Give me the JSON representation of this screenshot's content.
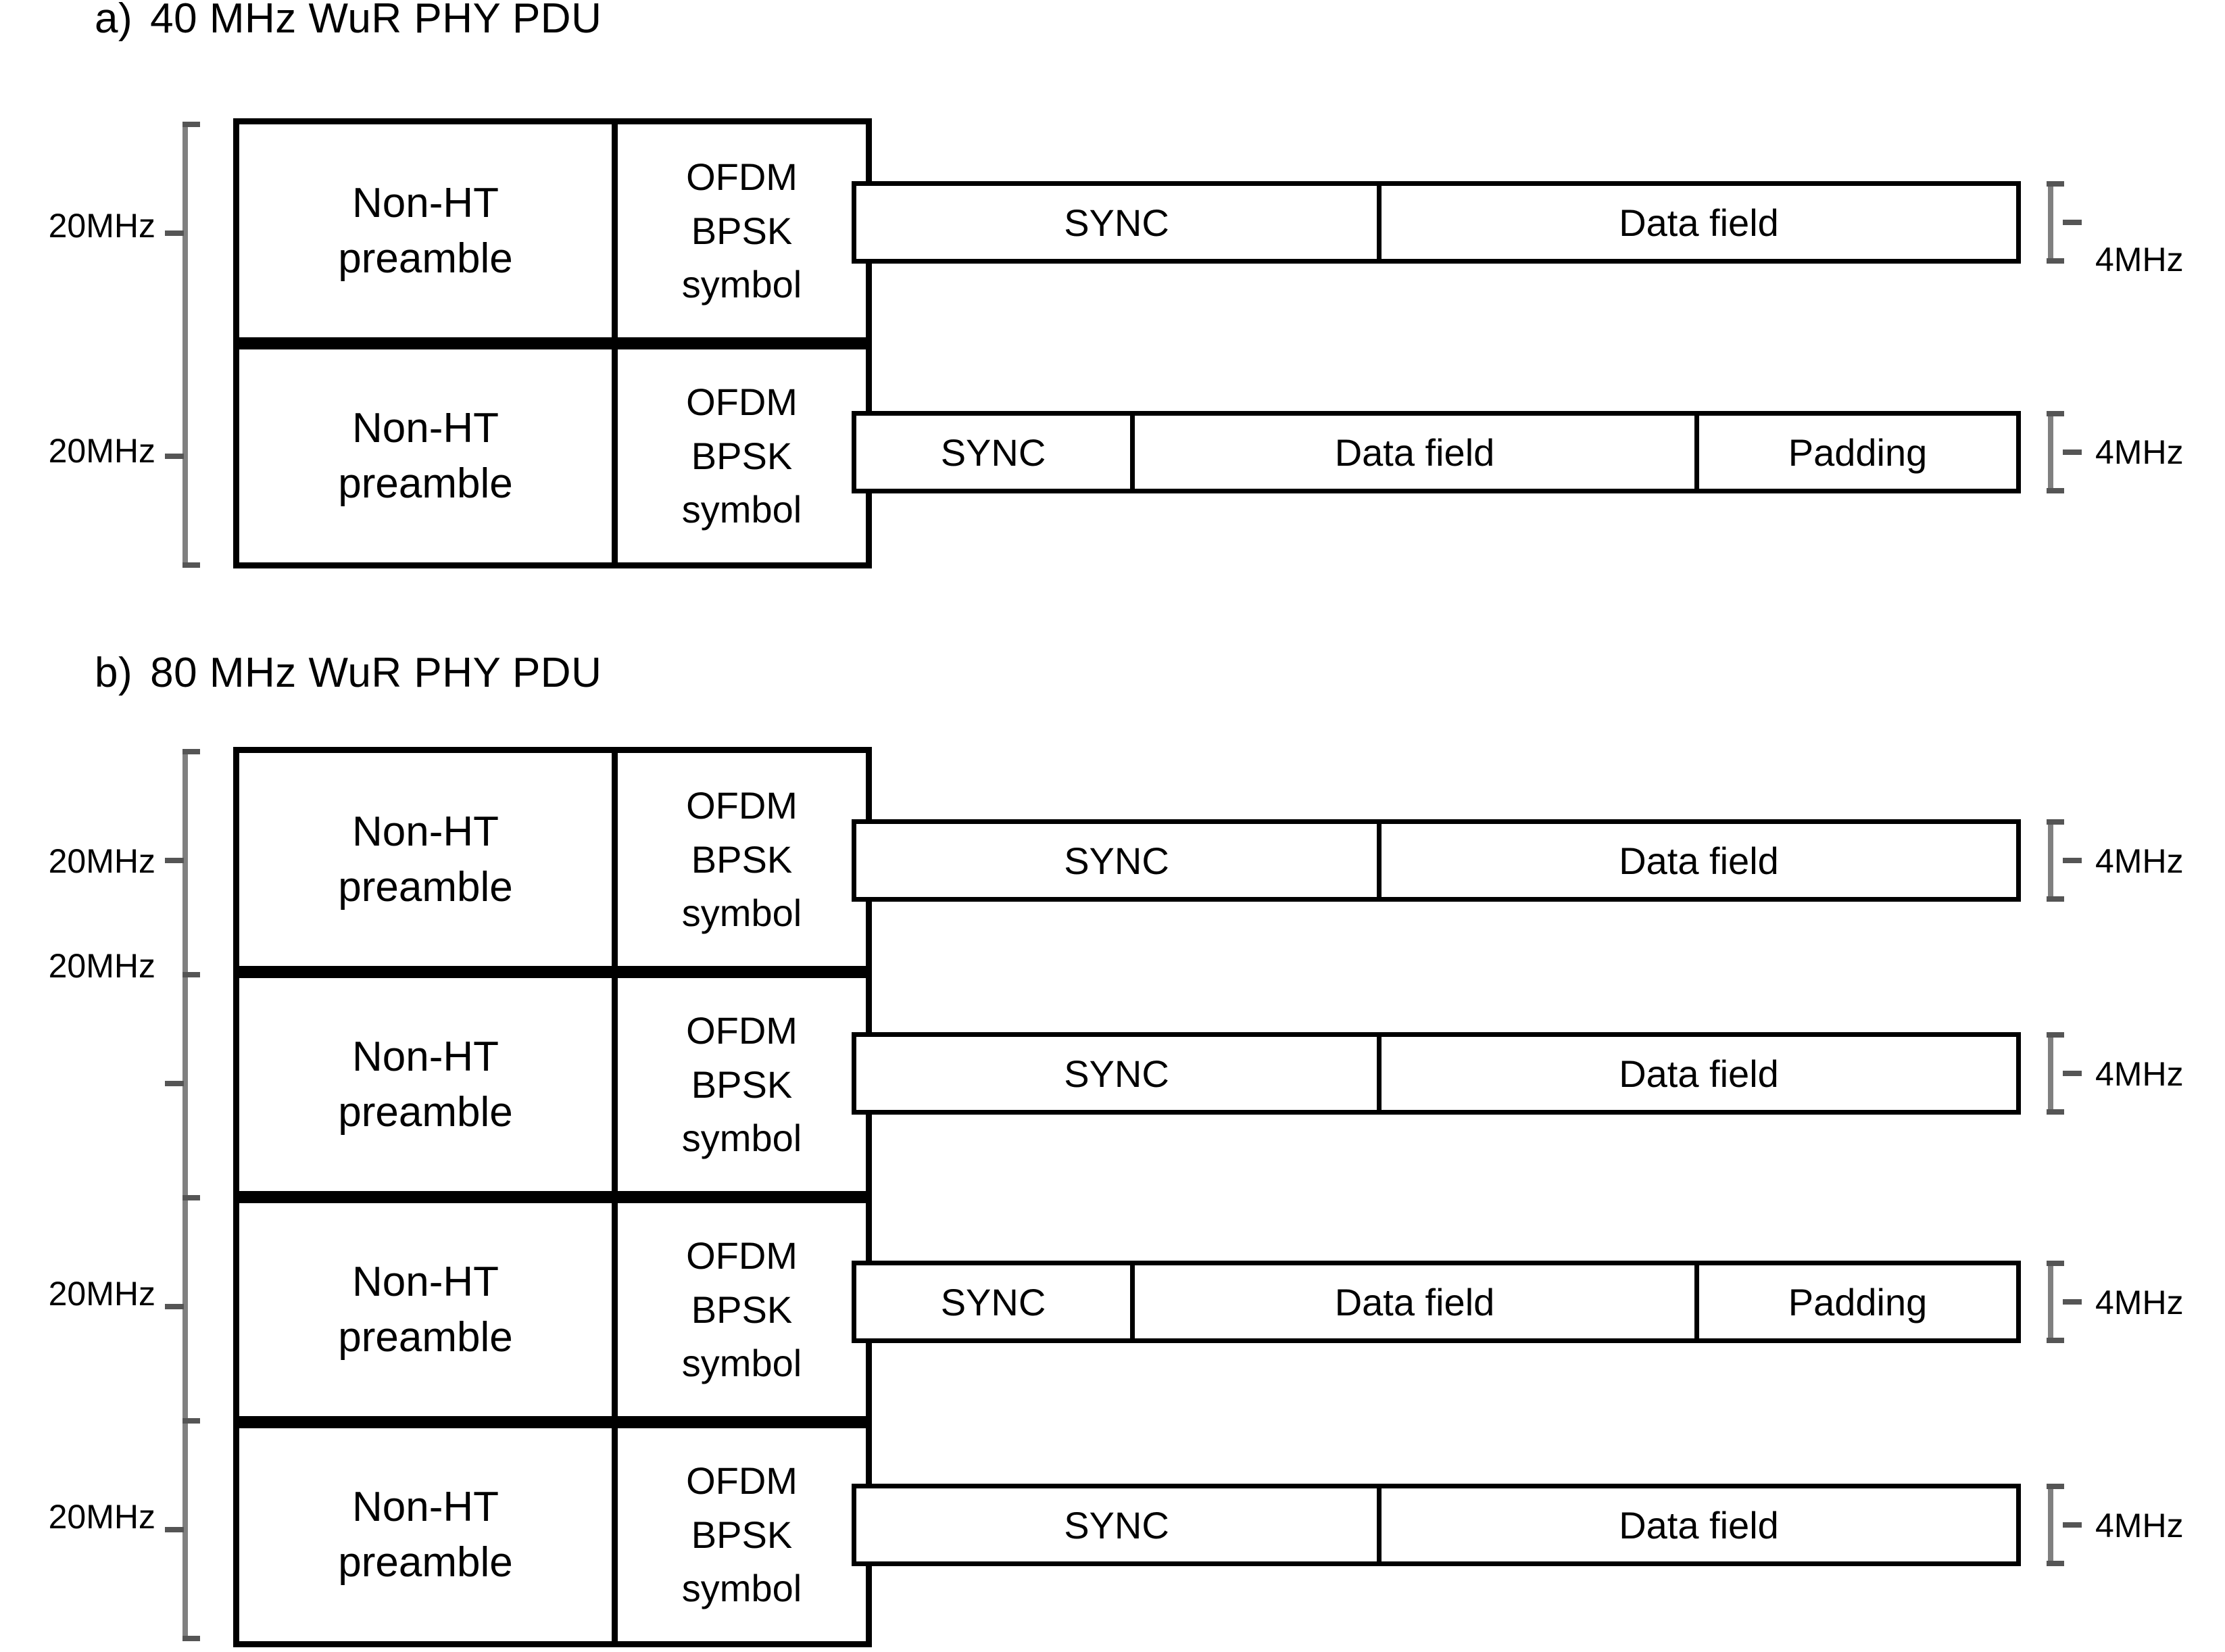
{
  "figure": {
    "background_color": "#ffffff",
    "line_color": "#000000",
    "bracket_color": "#808080"
  },
  "sections": [
    {
      "id": "section-a",
      "label_letter": "a)",
      "label_text": "40 MHz WuR PHY PDU",
      "channel_count": 2,
      "channels": [
        {
          "bandwidth_label": "20MHz",
          "narrowband_label": "4MHz",
          "preamble_label": [
            "Non-HT",
            "preamble"
          ],
          "ofdm_label": [
            "OFDM",
            "BPSK",
            "symbol"
          ],
          "segments": [
            {
              "label": "SYNC"
            },
            {
              "label": "Data field"
            }
          ]
        },
        {
          "bandwidth_label": "20MHz",
          "narrowband_label": "4MHz",
          "preamble_label": [
            "Non-HT",
            "preamble"
          ],
          "ofdm_label": [
            "OFDM",
            "BPSK",
            "symbol"
          ],
          "segments": [
            {
              "label": "SYNC"
            },
            {
              "label": "Data field"
            },
            {
              "label": "Padding"
            }
          ]
        }
      ]
    },
    {
      "id": "section-b",
      "label_letter": "b)",
      "label_text": "80 MHz WuR PHY PDU",
      "channel_count": 4,
      "channels": [
        {
          "bandwidth_label": "20MHz",
          "narrowband_label": "4MHz",
          "preamble_label": [
            "Non-HT",
            "preamble"
          ],
          "ofdm_label": [
            "OFDM",
            "BPSK",
            "symbol"
          ],
          "segments": [
            {
              "label": "SYNC"
            },
            {
              "label": "Data field"
            }
          ]
        },
        {
          "bandwidth_label": "20MHz",
          "narrowband_label": "4MHz",
          "preamble_label": [
            "Non-HT",
            "preamble"
          ],
          "ofdm_label": [
            "OFDM",
            "BPSK",
            "symbol"
          ],
          "segments": [
            {
              "label": "SYNC"
            },
            {
              "label": "Data field"
            }
          ]
        },
        {
          "bandwidth_label": "20MHz",
          "narrowband_label": "4MHz",
          "preamble_label": [
            "Non-HT",
            "preamble"
          ],
          "ofdm_label": [
            "OFDM",
            "BPSK",
            "symbol"
          ],
          "segments": [
            {
              "label": "SYNC"
            },
            {
              "label": "Data field"
            },
            {
              "label": "Padding"
            }
          ]
        },
        {
          "bandwidth_label": "20MHz",
          "narrowband_label": "4MHz",
          "preamble_label": [
            "Non-HT",
            "preamble"
          ],
          "ofdm_label": [
            "OFDM",
            "BPSK",
            "symbol"
          ],
          "segments": [
            {
              "label": "SYNC"
            },
            {
              "label": "Data field"
            }
          ]
        }
      ]
    }
  ]
}
